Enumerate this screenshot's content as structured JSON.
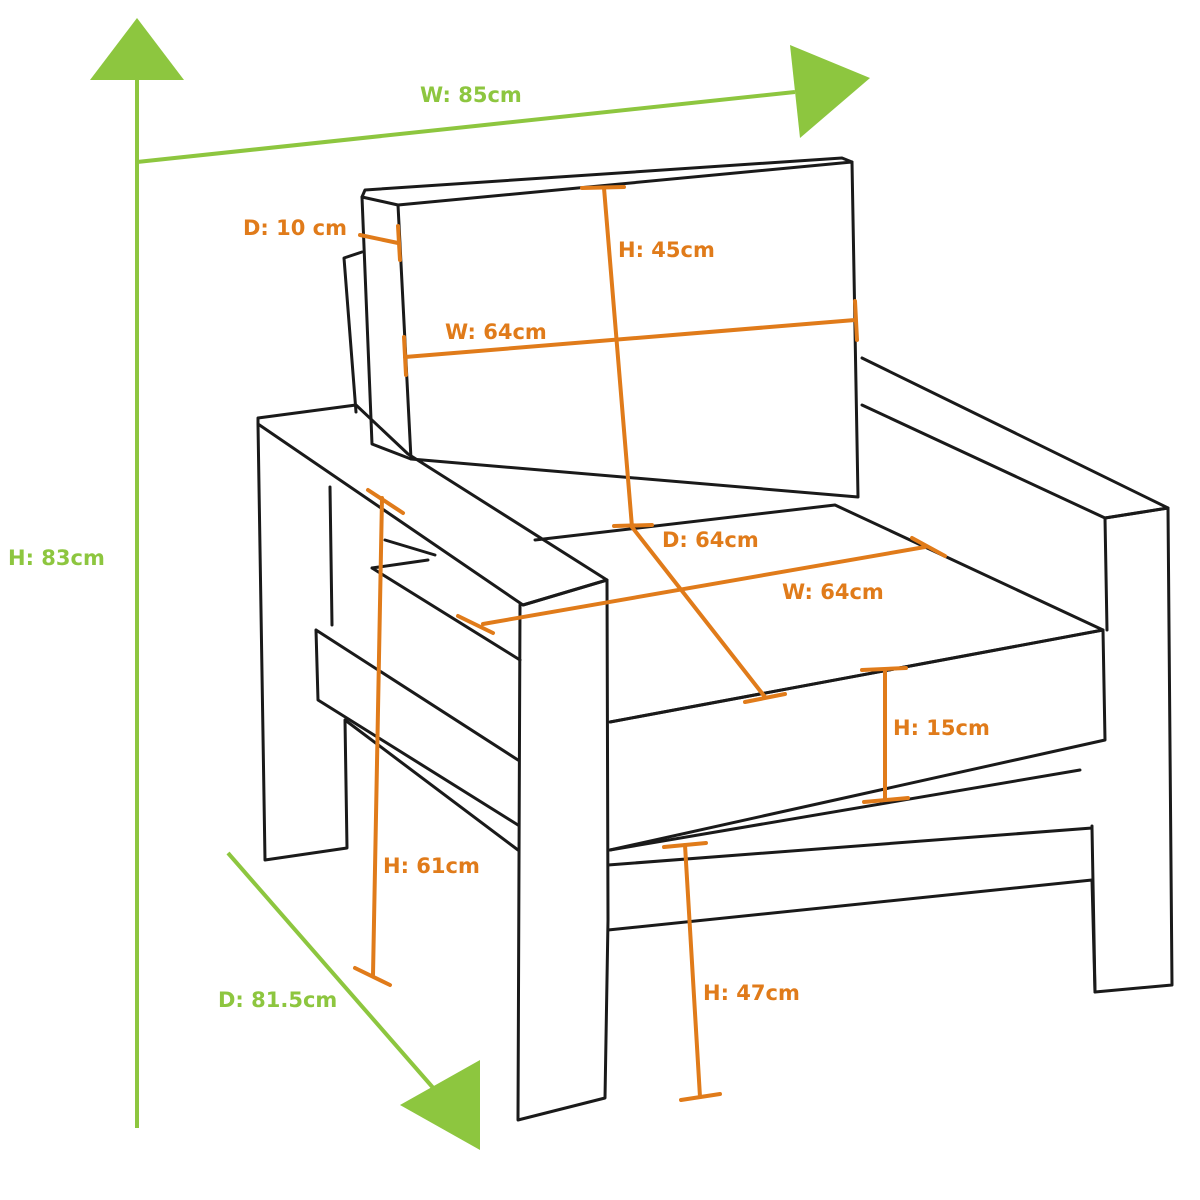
{
  "colors": {
    "outline": "#1a1a1a",
    "overall_dimension": "#8dc63f",
    "part_dimension": "#e07b1a",
    "background": "#ffffff"
  },
  "overall": {
    "height": "H: 83cm",
    "width": "W: 85cm",
    "depth": "D: 81.5cm"
  },
  "back_cushion": {
    "depth": "D: 10 cm",
    "height": "H: 45cm",
    "width": "W: 64cm"
  },
  "seat_cushion": {
    "depth": "D: 64cm",
    "width": "W: 64cm",
    "height": "H: 15cm"
  },
  "frame": {
    "arm_height": "H: 61cm",
    "seat_height": "H: 47cm"
  }
}
